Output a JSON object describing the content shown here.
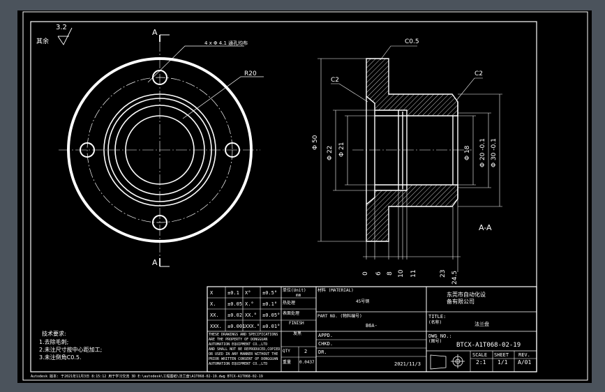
{
  "drawing": {
    "roughness": "3.2",
    "roughness_note": "其余",
    "section_mark_top": "A",
    "section_mark_bottom": "A",
    "hole_callout": "4 x Φ 4.1 通孔均布",
    "radius_callout": "R20",
    "section_title": "A-A",
    "chamfer_top": "C0.5",
    "chamfer_left": "C2",
    "chamfer_right": "C2",
    "dim_d50": "Φ 50",
    "dim_d22": "Φ 22",
    "dim_d21": "Φ 21",
    "dim_d18": "Φ 18",
    "dim_d20": "Φ 20 -0.1",
    "dim_d30": "Φ 30 -0.1",
    "x_dims": [
      "0",
      "6",
      "8",
      "10",
      "11",
      "23",
      "24.5"
    ]
  },
  "notes": {
    "heading": "技术要求:",
    "lines": [
      "1.去除毛刺;",
      "2.未注尺寸按中心距加工;",
      "3.未注倒角C0.5."
    ]
  },
  "tolerance_table": [
    [
      "X",
      "±0.1",
      "X°",
      "±0.5°"
    ],
    [
      "X.",
      "±0.05",
      "X.°",
      "±0.1°"
    ],
    [
      "XX.",
      "±0.02",
      "XX.°",
      "±0.05°"
    ],
    [
      "XXX.",
      "±0.001",
      "XXX.°",
      "±0.01°"
    ]
  ],
  "title_block": {
    "unit_label": "单位(Unit)",
    "unit_value": "mm",
    "treatment_label": "热处理",
    "surface_label": "表面处理",
    "finish_label": "FINISH",
    "finish_value": "发黑",
    "qty_label": "QTY",
    "qty_value": "2",
    "weight_label": "重量",
    "weight_value": "0.0437",
    "material_label": "材料 (MATERIAL)",
    "material_value": "45号钢",
    "part_no_label": "PART NO. (物料编号)",
    "part_no_value": "B6A-",
    "appd_label": "APPD.",
    "chkd_label": "CHKD.",
    "dr_label": "DR.",
    "date": "2021/11/3",
    "company": "东莞市自动化设备有限公司",
    "title_label": "TITLE:",
    "title_cn": "(名称)",
    "title_value": "法兰盘",
    "dwg_label": "DWG NO.:",
    "dwg_cn": "(图号)",
    "dwg_no": "BTCX-A1T068-02-19",
    "scale_label": "SCALE",
    "scale_value": "2:1",
    "sheet_label": "SHEET",
    "sheet_value": "1/1",
    "rev_label": "REV.",
    "rev_value": "A/01",
    "disclaimer": [
      "THESE DRAWINGS AND SPECIFICATIONS",
      "ARE THE PROPERTY OF DONGGUAN",
      "AUTOMATION EQUIPMENT CO.,LTD",
      "AND SHALL NOT BE REPRODUCED,COPIED",
      "OR USED IN ANY MANNER WITHOUT THE",
      "PRIOR WRITTEN CONSENT OF DONGGUAN",
      "AUTOMATION EQUIPMENT CO.,LTD"
    ]
  },
  "status_bar": "Autodesk 版本: 于2021年11月3日 8:15:12 用于学习交流   3D E:\\autodesk\\工程图纸\\法兰盘\\A1T068-02-19.dwg   BTCX-A1T068-02-19"
}
